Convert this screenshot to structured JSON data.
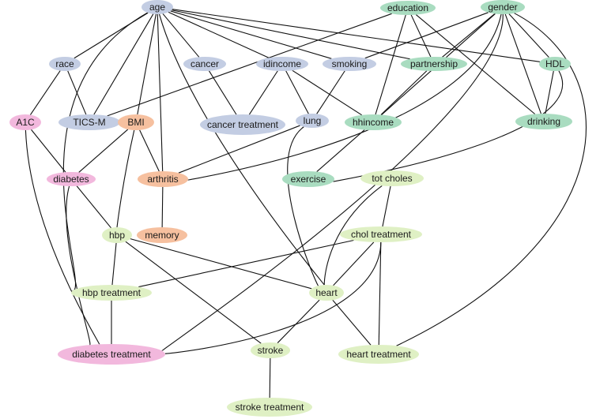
{
  "colors": {
    "blue": "#c3cde3",
    "green": "#a9dcc0",
    "orange": "#f6c09f",
    "pink": "#f2b8dd",
    "lime": "#dff0c4"
  },
  "nodes": [
    {
      "id": "age",
      "label": "age",
      "color": "blue"
    },
    {
      "id": "education",
      "label": "education",
      "color": "green"
    },
    {
      "id": "gender",
      "label": "gender",
      "color": "green"
    },
    {
      "id": "race",
      "label": "race",
      "color": "blue"
    },
    {
      "id": "cancer",
      "label": "cancer",
      "color": "blue"
    },
    {
      "id": "idincome",
      "label": "idincome",
      "color": "blue"
    },
    {
      "id": "smoking",
      "label": "smoking",
      "color": "blue"
    },
    {
      "id": "partnership",
      "label": "partnership",
      "color": "green"
    },
    {
      "id": "hdl",
      "label": "HDL",
      "color": "green"
    },
    {
      "id": "a1c",
      "label": "A1C",
      "color": "pink"
    },
    {
      "id": "tics",
      "label": "TICS-M",
      "color": "blue"
    },
    {
      "id": "bmi",
      "label": "BMI",
      "color": "orange"
    },
    {
      "id": "cancer_treatment",
      "label": "cancer treatment",
      "color": "blue"
    },
    {
      "id": "lung",
      "label": "lung",
      "color": "blue"
    },
    {
      "id": "hhincome",
      "label": "hhincome",
      "color": "green"
    },
    {
      "id": "drinking",
      "label": "drinking",
      "color": "green"
    },
    {
      "id": "diabetes",
      "label": "diabetes",
      "color": "pink"
    },
    {
      "id": "arthritis",
      "label": "arthritis",
      "color": "orange"
    },
    {
      "id": "exercise",
      "label": "exercise",
      "color": "green"
    },
    {
      "id": "tot_choles",
      "label": "tot choles",
      "color": "lime"
    },
    {
      "id": "hbp",
      "label": "hbp",
      "color": "lime"
    },
    {
      "id": "memory",
      "label": "memory",
      "color": "orange"
    },
    {
      "id": "chol_treatment",
      "label": "chol treatment",
      "color": "lime"
    },
    {
      "id": "hbp_treatment",
      "label": "hbp treatment",
      "color": "lime"
    },
    {
      "id": "heart",
      "label": "heart",
      "color": "lime"
    },
    {
      "id": "diabetes_treatment",
      "label": "diabetes treatment",
      "color": "pink"
    },
    {
      "id": "stroke",
      "label": "stroke",
      "color": "lime"
    },
    {
      "id": "heart_treatment",
      "label": "heart treatment",
      "color": "lime"
    },
    {
      "id": "stroke_treatment",
      "label": "stroke treatment",
      "color": "lime"
    }
  ],
  "edges": [
    [
      "age",
      "race"
    ],
    [
      "age",
      "tics"
    ],
    [
      "age",
      "bmi"
    ],
    [
      "age",
      "cancer"
    ],
    [
      "age",
      "idincome"
    ],
    [
      "age",
      "smoking"
    ],
    [
      "age",
      "partnership"
    ],
    [
      "age",
      "hdl"
    ],
    [
      "age",
      "arthritis"
    ],
    [
      "age",
      "heart"
    ],
    [
      "age",
      "hbp_treatment"
    ],
    [
      "education",
      "tics"
    ],
    [
      "education",
      "partnership"
    ],
    [
      "education",
      "hhincome"
    ],
    [
      "education",
      "drinking"
    ],
    [
      "gender",
      "smoking"
    ],
    [
      "gender",
      "partnership"
    ],
    [
      "gender",
      "hhincome"
    ],
    [
      "gender",
      "hdl"
    ],
    [
      "gender",
      "drinking"
    ],
    [
      "gender",
      "arthritis"
    ],
    [
      "gender",
      "diabetes_treatment"
    ],
    [
      "gender",
      "heart_treatment"
    ],
    [
      "race",
      "a1c"
    ],
    [
      "race",
      "tics"
    ],
    [
      "cancer",
      "cancer_treatment"
    ],
    [
      "idincome",
      "cancer_treatment"
    ],
    [
      "idincome",
      "lung"
    ],
    [
      "idincome",
      "hhincome"
    ],
    [
      "smoking",
      "lung"
    ],
    [
      "partnership",
      "hhincome"
    ],
    [
      "hdl",
      "drinking"
    ],
    [
      "hdl",
      "exercise"
    ],
    [
      "a1c",
      "diabetes"
    ],
    [
      "a1c",
      "diabetes_treatment"
    ],
    [
      "bmi",
      "diabetes"
    ],
    [
      "bmi",
      "arthritis"
    ],
    [
      "bmi",
      "hbp"
    ],
    [
      "lung",
      "arthritis"
    ],
    [
      "lung",
      "heart"
    ],
    [
      "hhincome",
      "exercise"
    ],
    [
      "diabetes",
      "hbp"
    ],
    [
      "diabetes",
      "diabetes_treatment"
    ],
    [
      "arthritis",
      "memory"
    ],
    [
      "tot_choles",
      "chol_treatment"
    ],
    [
      "tot_choles",
      "heart"
    ],
    [
      "hbp",
      "hbp_treatment"
    ],
    [
      "hbp",
      "heart"
    ],
    [
      "hbp",
      "stroke"
    ],
    [
      "chol_treatment",
      "hbp_treatment"
    ],
    [
      "chol_treatment",
      "heart"
    ],
    [
      "chol_treatment",
      "heart_treatment"
    ],
    [
      "chol_treatment",
      "diabetes_treatment"
    ],
    [
      "hbp_treatment",
      "diabetes_treatment"
    ],
    [
      "heart",
      "stroke"
    ],
    [
      "heart",
      "heart_treatment"
    ],
    [
      "stroke",
      "stroke_treatment"
    ]
  ]
}
